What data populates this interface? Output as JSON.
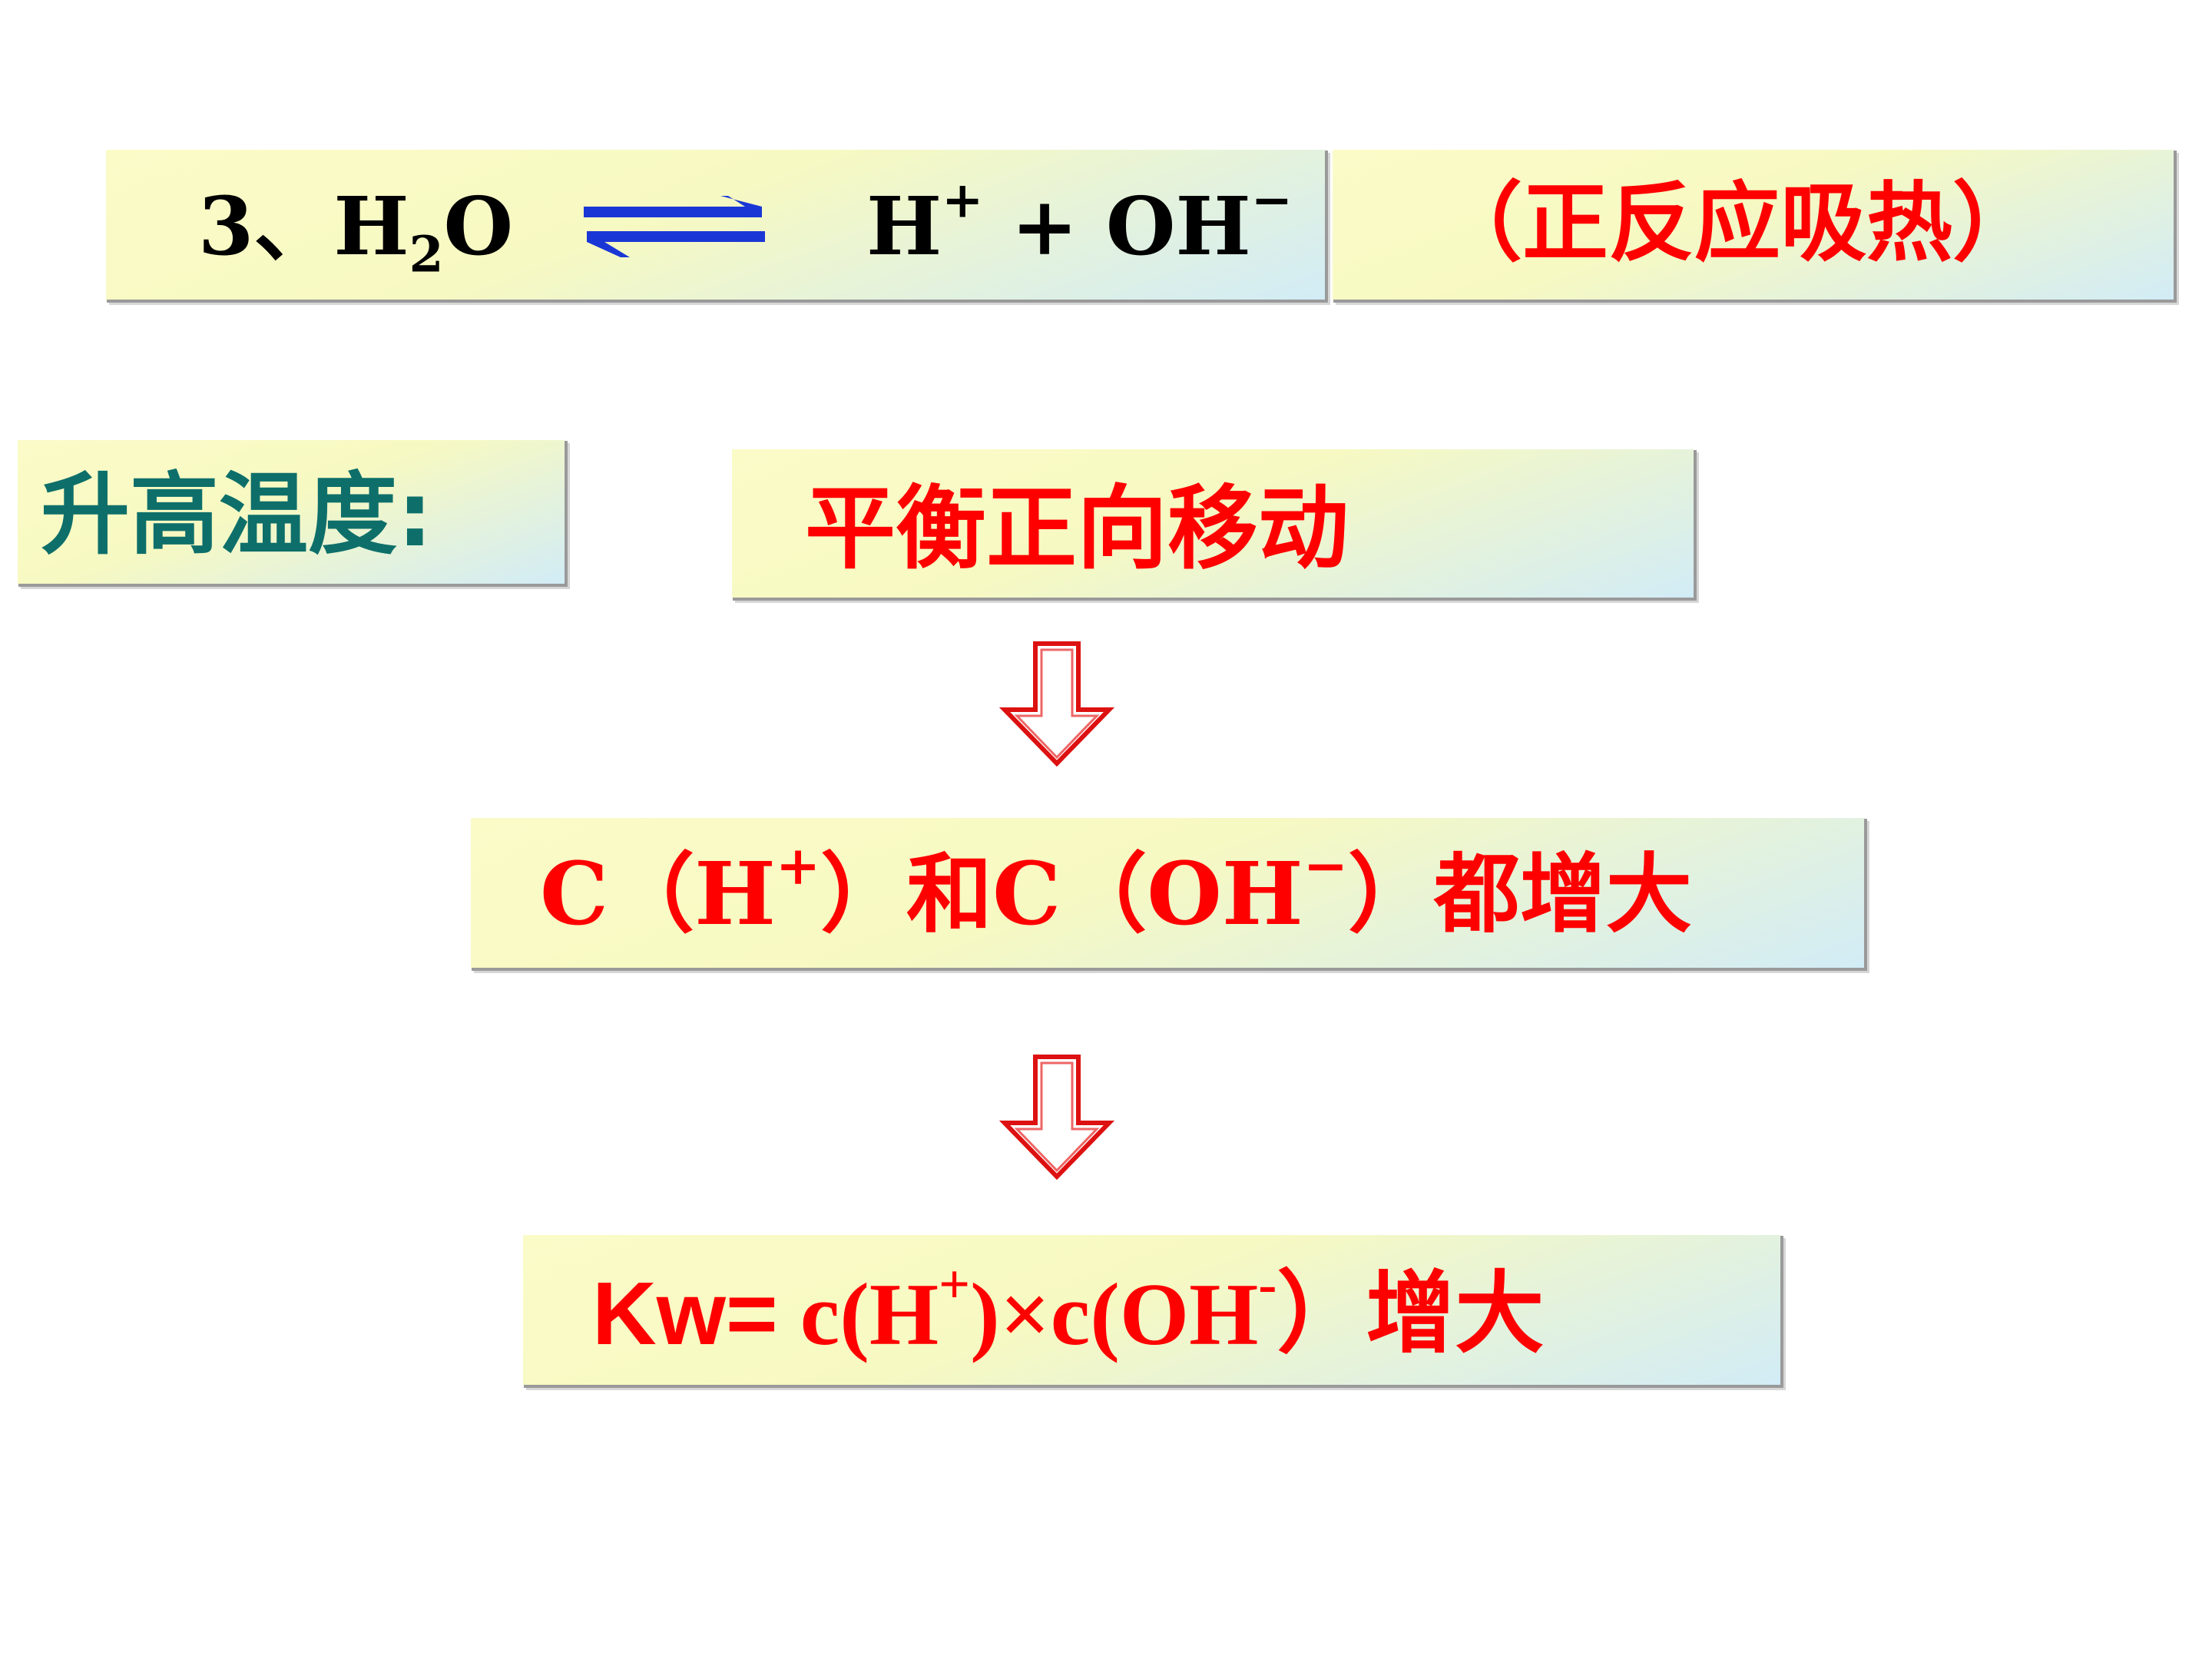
{
  "equation": {
    "prefix": "3、H",
    "sub": "2",
    "suffix": "O",
    "ion1": "H",
    "ion1_charge": "+",
    "plus": " + ",
    "ion2": "OH",
    "ion2_charge": "−"
  },
  "note": {
    "text": "（正反应吸热）"
  },
  "condition": {
    "label": "升高温度:"
  },
  "result1": {
    "text": "平衡正向移动"
  },
  "result2": {
    "c1": "C（H",
    "c1_charge": "+",
    "mid": "）和C（OH",
    "c2_charge": "−",
    "end": "）都增大"
  },
  "result3": {
    "kw": "Kw=",
    "expr1": " c(H",
    "charge1": "+",
    "expr2": ")×c(OH",
    "charge2": "-",
    "end": "）增大"
  },
  "colors": {
    "red": "#ff0000",
    "teal": "#0e6f6a",
    "arrow_blue": "#1a37d6"
  },
  "icons": [
    "equilibrium-arrow-icon",
    "down-arrow-icon"
  ]
}
